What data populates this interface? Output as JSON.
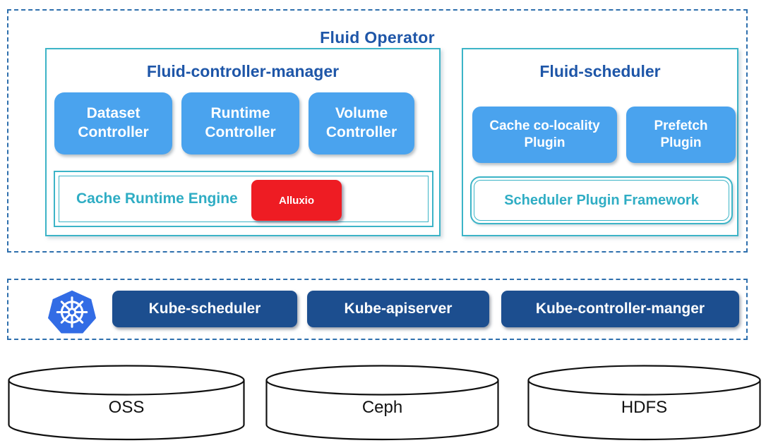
{
  "fluid_operator": {
    "title": "Fluid Operator",
    "controller_manager": {
      "title": "Fluid-controller-manager",
      "controllers": [
        "Dataset\nController",
        "Runtime\nController",
        "Volume\nController"
      ],
      "cache_runtime_engine": {
        "label": "Cache Runtime Engine",
        "engine": "Alluxio"
      }
    },
    "scheduler": {
      "title": "Fluid-scheduler",
      "plugins": [
        "Cache co-locality\nPlugin",
        "Prefetch\nPlugin"
      ],
      "framework": "Scheduler Plugin Framework"
    }
  },
  "kubernetes_layer": {
    "logo_icon": "kubernetes-helm-logo",
    "components": [
      "Kube-scheduler",
      "Kube-apiserver",
      "Kube-controller-manger"
    ]
  },
  "storage_layer": {
    "systems": [
      "OSS",
      "Ceph",
      "HDFS"
    ]
  },
  "colors": {
    "node_blue": "#4aa3ee",
    "node_dark_navy": "#1c4e8f",
    "teal_border": "#3cb4c7",
    "teal_text": "#2fadc4",
    "title_blue": "#1e56a8",
    "dashed_border_blue": "#2e6fad",
    "alluxio_red": "#ee1c23",
    "k8s_logo_blue": "#326ce5"
  }
}
